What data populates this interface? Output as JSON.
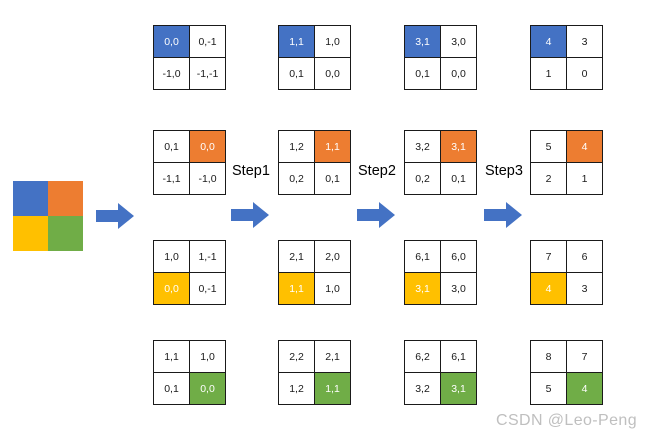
{
  "source_block": {
    "name": "source-2x2-block",
    "cells": [
      {
        "name": "blue-quadrant",
        "color": "#4472c4"
      },
      {
        "name": "orange-quadrant",
        "color": "#ed7d31"
      },
      {
        "name": "yellow-quadrant",
        "color": "#ffc000"
      },
      {
        "name": "green-quadrant",
        "color": "#70ad47"
      }
    ]
  },
  "steps": [
    {
      "label": "Step1"
    },
    {
      "label": "Step2"
    },
    {
      "label": "Step3"
    }
  ],
  "colors": {
    "blue": "#4472c4",
    "orange": "#ed7d31",
    "yellow": "#ffc000",
    "green": "#70ad47",
    "grid_line": "#1a1a1a",
    "watermark": "#bfbfbf"
  },
  "rows": [
    {
      "accent": "blue",
      "highlight_index": 0,
      "matrices": [
        {
          "values": [
            "0,0",
            "0,-1",
            "-1,0",
            "-1,-1"
          ]
        },
        {
          "values": [
            "1,1",
            "1,0",
            "0,1",
            "0,0"
          ]
        },
        {
          "values": [
            "3,1",
            "3,0",
            "0,1",
            "0,0"
          ]
        },
        {
          "values": [
            "4",
            "3",
            "1",
            "0"
          ]
        }
      ]
    },
    {
      "accent": "orange",
      "highlight_index": 1,
      "matrices": [
        {
          "values": [
            "0,1",
            "0,0",
            "-1,1",
            "-1,0"
          ]
        },
        {
          "values": [
            "1,2",
            "1,1",
            "0,2",
            "0,1"
          ]
        },
        {
          "values": [
            "3,2",
            "3,1",
            "0,2",
            "0,1"
          ]
        },
        {
          "values": [
            "5",
            "4",
            "2",
            "1"
          ]
        }
      ]
    },
    {
      "accent": "yellow",
      "highlight_index": 2,
      "matrices": [
        {
          "values": [
            "1,0",
            "1,-1",
            "0,0",
            "0,-1"
          ]
        },
        {
          "values": [
            "2,1",
            "2,0",
            "1,1",
            "1,0"
          ]
        },
        {
          "values": [
            "6,1",
            "6,0",
            "3,1",
            "3,0"
          ]
        },
        {
          "values": [
            "7",
            "6",
            "4",
            "3"
          ]
        }
      ]
    },
    {
      "accent": "green",
      "highlight_index": 3,
      "matrices": [
        {
          "values": [
            "1,1",
            "1,0",
            "0,1",
            "0,0"
          ]
        },
        {
          "values": [
            "2,2",
            "2,1",
            "1,2",
            "1,1"
          ]
        },
        {
          "values": [
            "6,2",
            "6,1",
            "3,2",
            "3,1"
          ]
        },
        {
          "values": [
            "8",
            "7",
            "5",
            "4"
          ]
        }
      ]
    }
  ],
  "watermark": {
    "text": "CSDN @Leo-Peng"
  }
}
